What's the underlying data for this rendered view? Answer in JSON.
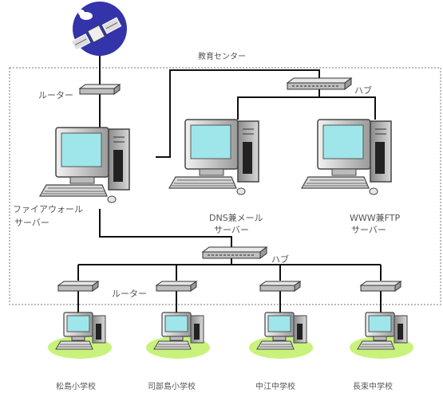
{
  "labels": {
    "center": "教育センター",
    "router_top": "ルーター",
    "hub_top": "ハブ",
    "hub_bottom": "ハブ",
    "router_bottom": "ルーター",
    "firewall_line1": "ファイアウォール",
    "firewall_line2": "サーバー",
    "dns_line1": "DNS兼メール",
    "dns_line2": "サーバー",
    "www_line1": "WWW兼FTP",
    "www_line2": "サーバー",
    "school1": "松島小学校",
    "school2": "司部島小学校",
    "school3": "中江中学校",
    "school4": "長束中学校"
  },
  "colors": {
    "line": "#111111",
    "screen": "#9fe6ea",
    "case": "#cfcfcf",
    "ground": "#c8f27a",
    "sky": "#3333aa"
  },
  "icons": {
    "satellite": "satellite-icon",
    "router": "router-icon",
    "hub": "hub-icon",
    "server": "server-computer-icon",
    "pc": "pc-icon"
  }
}
